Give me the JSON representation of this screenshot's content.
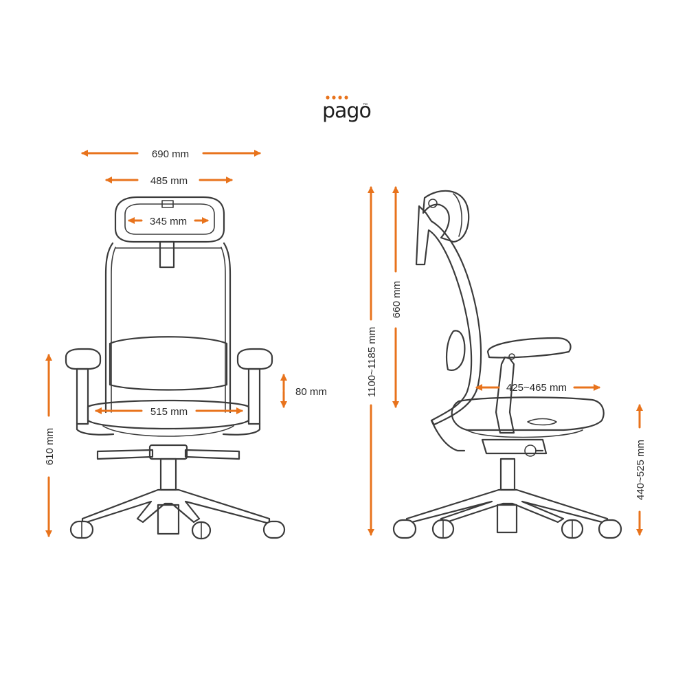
{
  "brand": {
    "name": "pago",
    "tm": "™"
  },
  "colors": {
    "accent": "#E8731C",
    "line": "#3b3b3b",
    "text": "#2a2a2a",
    "background": "#ffffff"
  },
  "front_view": {
    "overall_width": "690 mm",
    "back_width": "485 mm",
    "headrest_width": "345 mm",
    "seat_width": "515 mm",
    "armrest_height": "610 mm",
    "armrest_adjust": "80 mm"
  },
  "side_view": {
    "total_height": "1100~1185 mm",
    "backrest_height": "660 mm",
    "seat_depth": "425~465 mm",
    "seat_height": "440~525 mm"
  }
}
